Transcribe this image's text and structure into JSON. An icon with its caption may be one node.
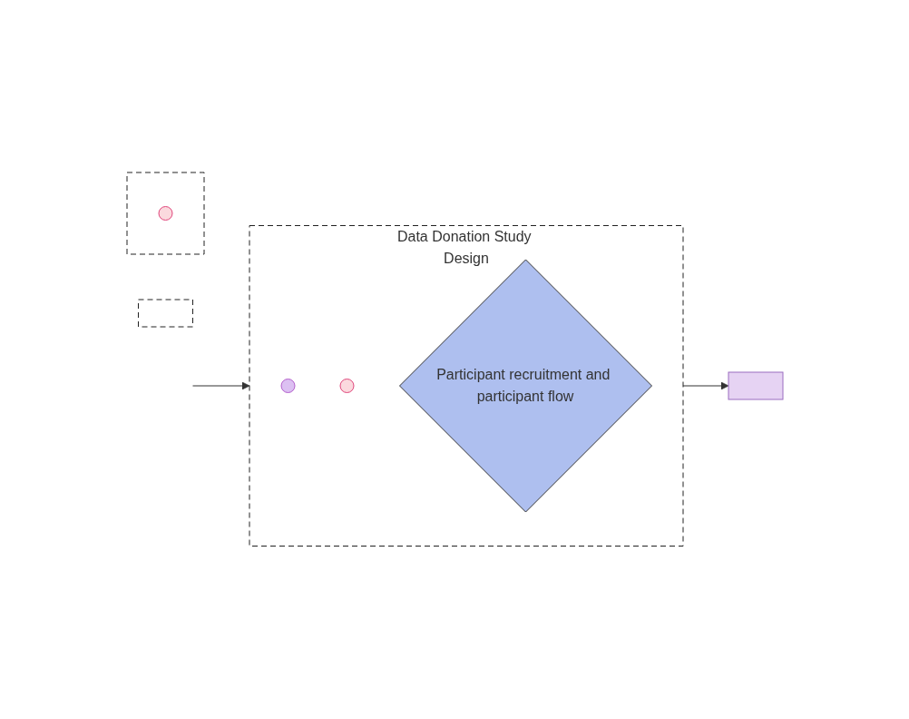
{
  "diagram": {
    "nodes": [
      {
        "text": [],
        "shape": "box"
      },
      {
        "text": [],
        "shape": "box"
      },
      {
        "text": [],
        "shape": "circle",
        "in": 1
      },
      {
        "text": [
          "Data Donation Study Design"
        ]
      },
      {
        "text": [],
        "shape": "circle",
        "in": 3
      },
      {
        "text": [],
        "shape": "circle",
        "in": 3
      },
      {
        "text": [
          "Participant recruitment and participant flow"
        ],
        "in": 3
      },
      {
        "text": [],
        "shape": "bar"
      }
    ],
    "edges": [
      {
        "from": null,
        "to": 3,
        "arrow": "to"
      },
      {
        "from": 3,
        "to": 7,
        "arrow": "to"
      }
    ]
  }
}
